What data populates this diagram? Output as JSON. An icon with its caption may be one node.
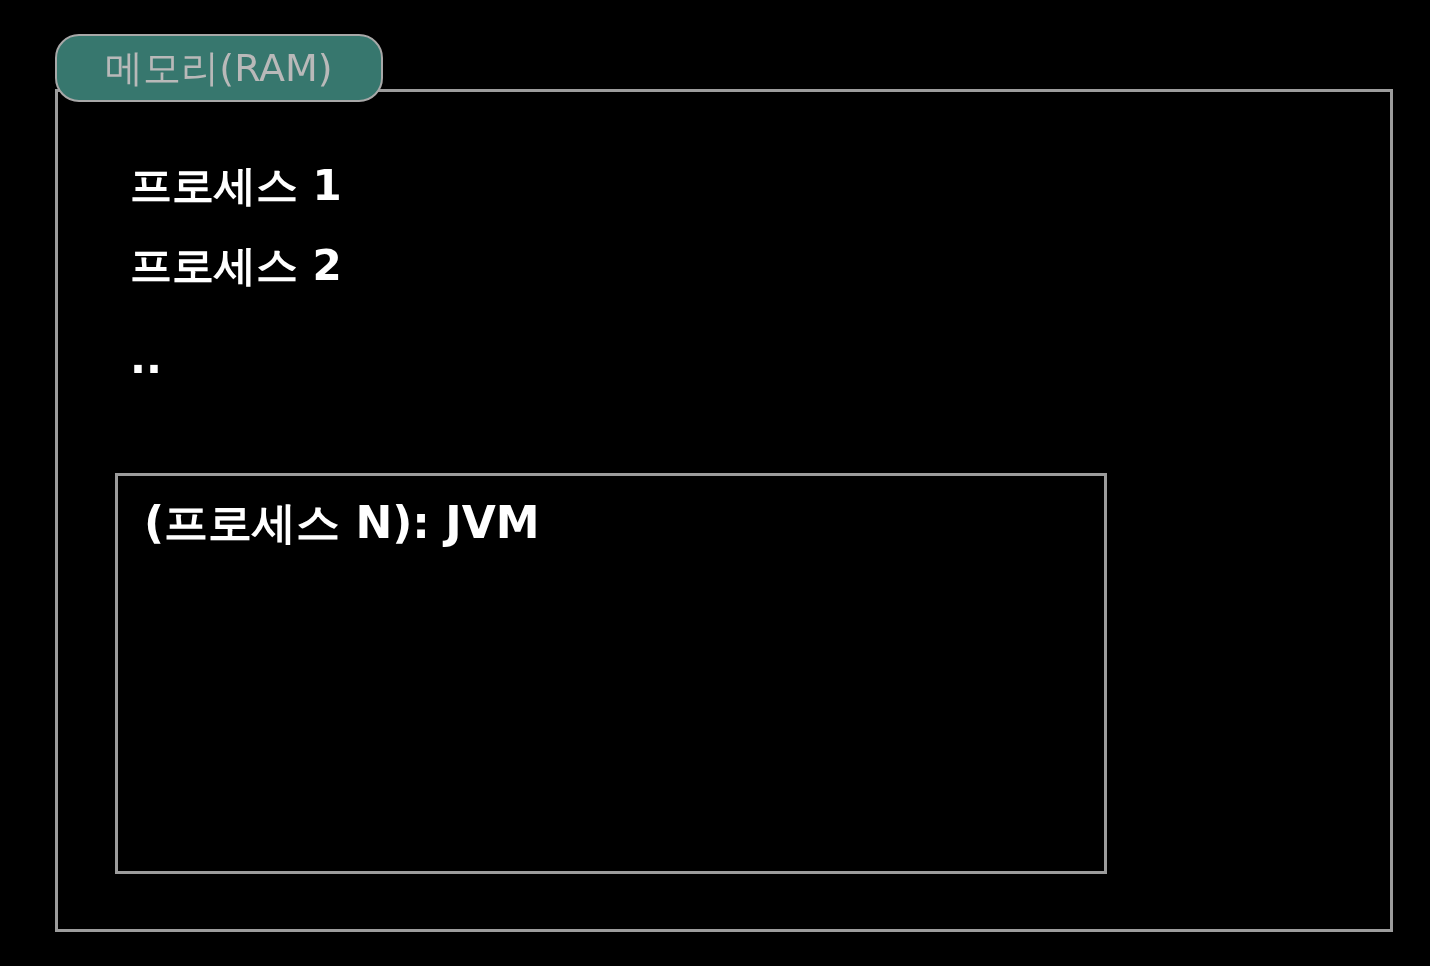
{
  "diagram": {
    "nodes": [
      {
        "text": [
          "메모리(RAM)",
          "프로세스 1",
          "프로세스 2",
          ".."
        ]
      },
      {
        "text": [
          "(프로세스 N): JVM"
        ],
        "in": 0
      }
    ],
    "edges": []
  }
}
